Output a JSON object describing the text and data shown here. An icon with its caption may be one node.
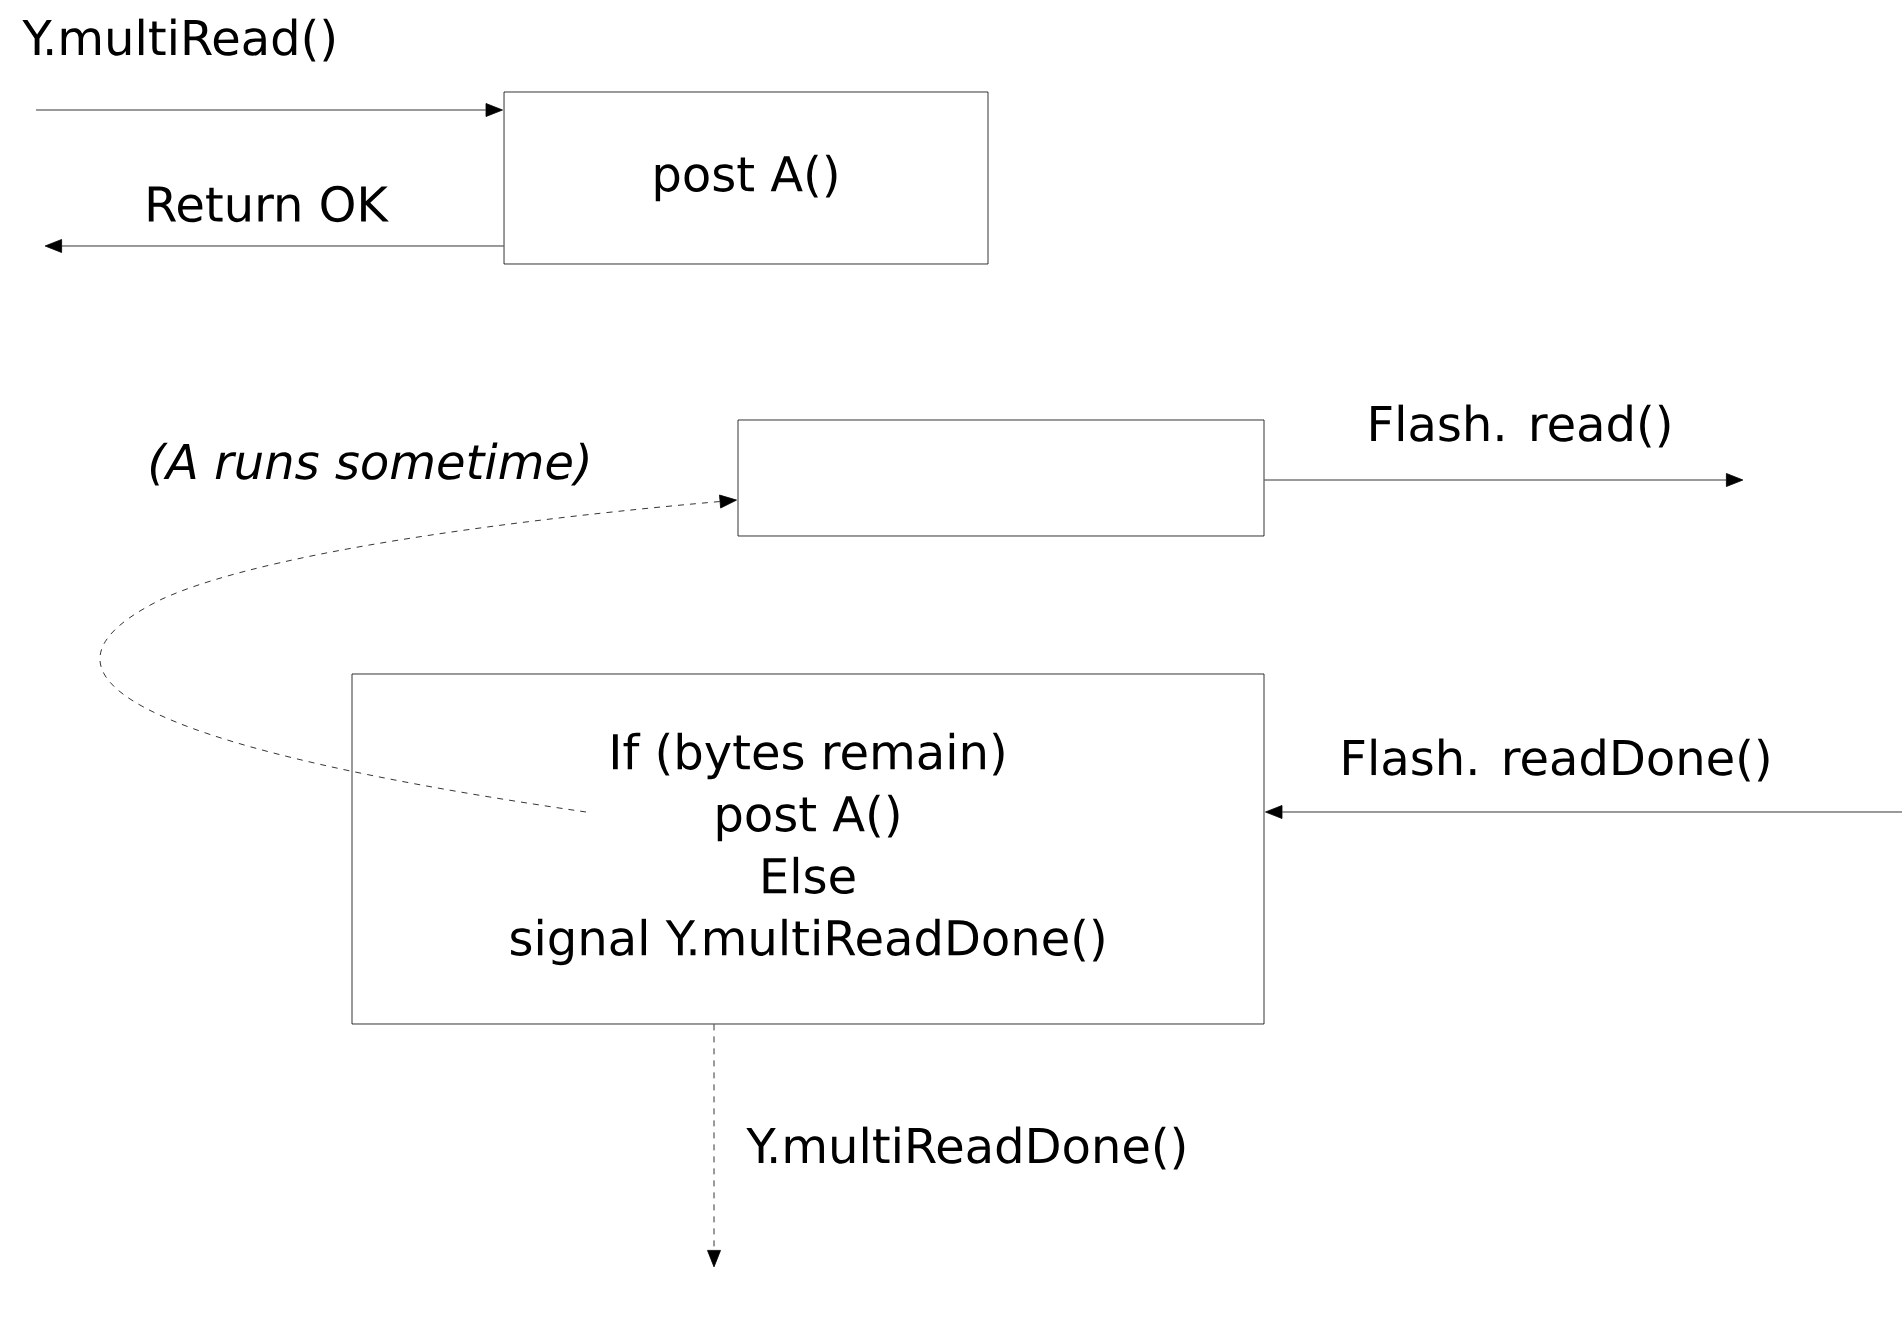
{
  "diagram": {
    "nodes": [
      {
        "text": [
          "post A()"
        ]
      },
      {
        "text": [],
        "shape": "box"
      },
      {
        "text": [
          "If (bytes remain)",
          "post A()",
          "Else",
          "signal Y.multiReadDone()"
        ]
      }
    ],
    "edges": [
      {
        "from": null,
        "to": 0,
        "arrow": "to",
        "label": "Y.multiRead()"
      },
      {
        "from": 0,
        "to": null,
        "arrow": "to",
        "label": "Return OK"
      },
      {
        "from": 1,
        "to": null,
        "arrow": "to",
        "label": "Flash. read()"
      },
      {
        "from": 2,
        "to": 1,
        "arrow": "to",
        "style": "dashed",
        "label": "*(A runs sometime)*"
      },
      {
        "from": null,
        "to": 2,
        "arrow": "to",
        "label": "Flash. readDone()"
      },
      {
        "from": 2,
        "to": null,
        "arrow": "to",
        "style": "dashed",
        "label": "Y.multiReadDone()"
      }
    ]
  }
}
